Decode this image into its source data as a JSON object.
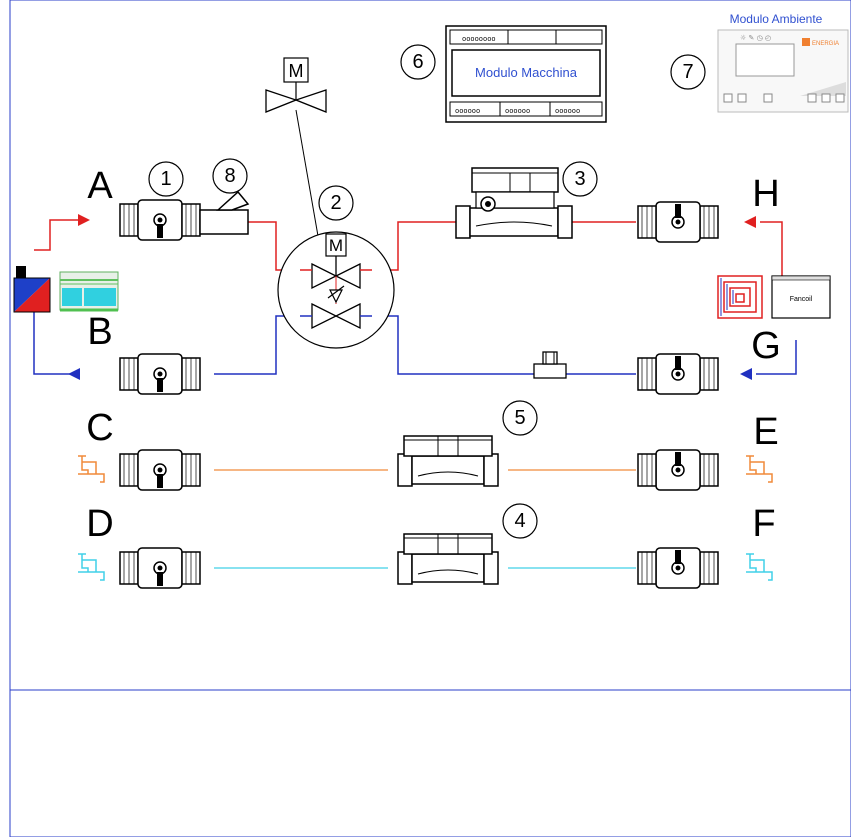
{
  "colors": {
    "hot_supply": "#e02020",
    "return": "#2030c0",
    "hot_sanitary": "#f08a3a",
    "cold_sanitary": "#40d0e8",
    "frame": "#2a3cc8",
    "module_text": "#3050d0",
    "energy_brand": "#f08030"
  },
  "ports": {
    "A": "A",
    "B": "B",
    "C": "C",
    "D": "D",
    "E": "E",
    "F": "F",
    "G": "G",
    "H": "H"
  },
  "callouts": [
    "1",
    "2",
    "3",
    "4",
    "5",
    "6",
    "7",
    "8"
  ],
  "modules": {
    "machine_label": "Modulo Macchina",
    "ambient_label": "Modulo Ambiente",
    "ambient_brand": "ENERGIA",
    "fancoil_label": "Fancoil"
  },
  "motor_label": "M",
  "icons": [
    "ball-valve-icon",
    "three-way-valve-icon",
    "motor-actuator-icon",
    "water-meter-icon",
    "heat-meter-icon",
    "filter-icon",
    "tap-icon",
    "heat-pump-icon",
    "radiant-floor-icon",
    "fancoil-icon",
    "sensor-icon"
  ]
}
